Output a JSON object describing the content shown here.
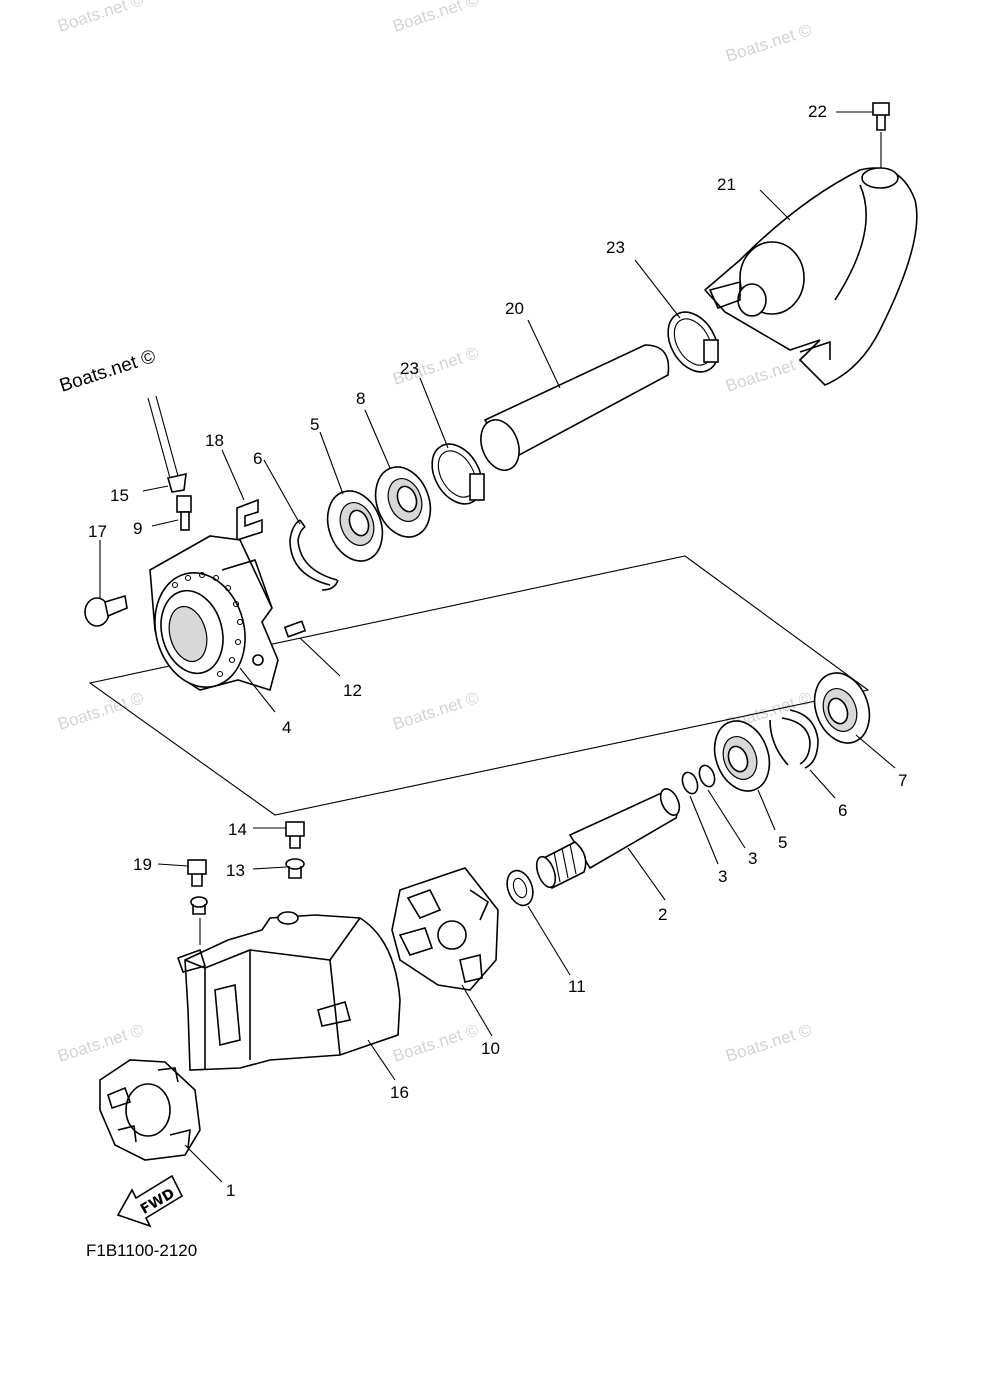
{
  "watermark": "Boats.net ©",
  "drawing_code": "F1B1100-2120",
  "direction_label": "FWD",
  "callouts": {
    "c1": "1",
    "c2": "2",
    "c3a": "3",
    "c3b": "3",
    "c4": "4",
    "c5a": "5",
    "c5b": "5",
    "c6a": "6",
    "c6b": "6",
    "c7": "7",
    "c8": "8",
    "c9": "9",
    "c10": "10",
    "c11": "11",
    "c12": "12",
    "c13": "13",
    "c14": "14",
    "c15": "15",
    "c16": "16",
    "c17": "17",
    "c18": "18",
    "c19": "19",
    "c20": "20",
    "c21": "21",
    "c22": "22",
    "c23a": "23",
    "c23b": "23"
  }
}
